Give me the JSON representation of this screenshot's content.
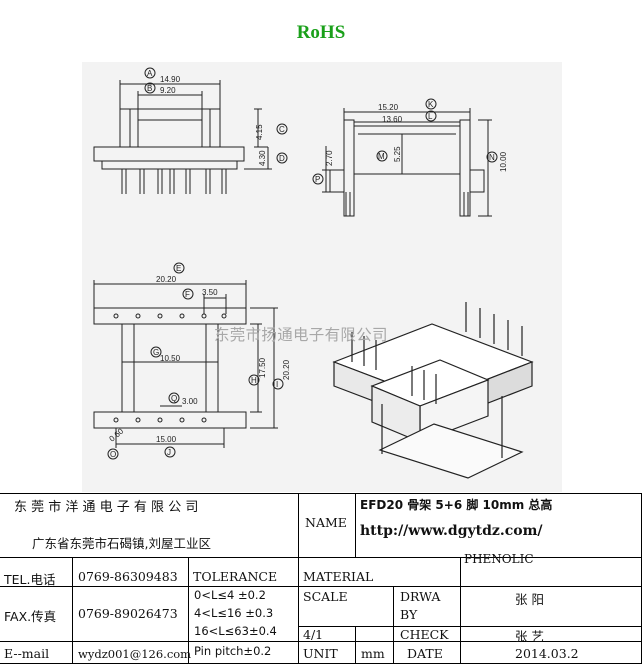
{
  "header": {
    "rohs": "RoHS"
  },
  "watermark": "东莞市扬通电子有限公司",
  "dimensions": {
    "A": "14.90",
    "B": "9.20",
    "C": "4.15",
    "D": "4.30",
    "K": "15.20",
    "L": "13.60",
    "M": "5.25",
    "N": "10.00",
    "P": "2.70",
    "E": "20.20",
    "F": "3.50",
    "G": "10.50",
    "H": "17.50",
    "I": "20.20",
    "Q": "3.00",
    "J": "15.00",
    "O": "0.60"
  },
  "title_block": {
    "company_name": "东 莞 市 洋 通 电 子 有 限 公 司",
    "company_address": "广东省东莞市石碣镇,刘屋工业区",
    "name_label": "NAME",
    "part_name": "EFD20 骨架 5+6 脚 10mm 总高",
    "website": "http://www.dgytdz.com/",
    "tel_label": "TEL.电话",
    "tel_value": "0769-86309483",
    "tolerance_label": "TOLERANCE",
    "material_label": "MATERIAL",
    "material_value": "PHENOLIC",
    "fax_label": "FAX.传真",
    "fax_value": "0769-89026473",
    "tol_1": "0<L≤4  ±0.2",
    "tol_2": "4<L≤16 ±0.3",
    "tol_3": "16<L≤63±0.4",
    "tol_4": "Pin pitch±0.2",
    "scale_label": "SCALE",
    "drawn_label_1": "DRWA",
    "drawn_label_2": "BY",
    "drawn_value": "张 阳",
    "scale_value": "4/1",
    "check_label": "CHECK",
    "check_value": "张 艺",
    "email_label": "E--mail",
    "email_value": "wydz001@126.com",
    "unit_label": "UNIT",
    "unit_value": "mm",
    "date_label": "DATE",
    "date_value": "2014.03.2"
  }
}
